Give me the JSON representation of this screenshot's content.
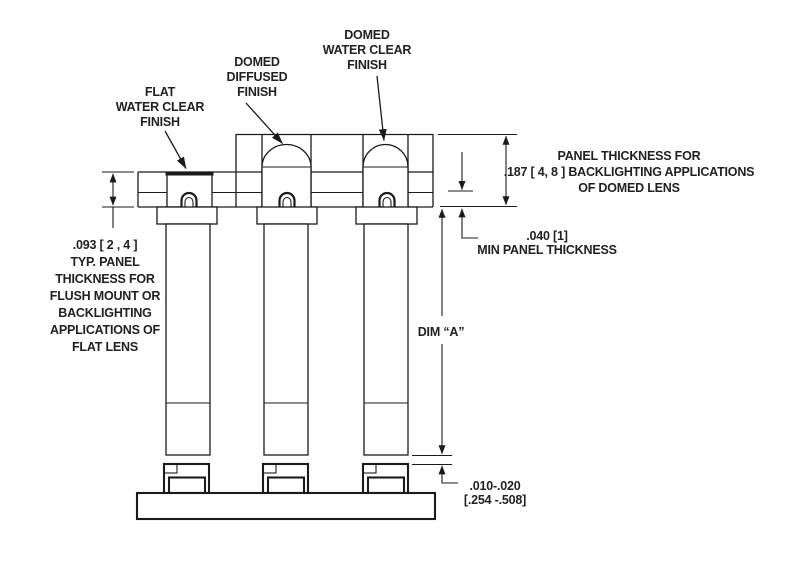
{
  "top_labels": {
    "flat": [
      "FLAT",
      "WATER CLEAR",
      "FINISH"
    ],
    "domed_diffused": [
      "DOMED",
      "DIFFUSED",
      "FINISH"
    ],
    "domed_water_clear": [
      "DOMED",
      "WATER CLEAR",
      "FINISH"
    ]
  },
  "dimensions": {
    "flat_panel_thickness": {
      "value": ".093 [ 2 , 4 ]",
      "note": [
        "TYP. PANEL",
        "THICKNESS FOR",
        "FLUSH MOUNT OR",
        "BACKLIGHTING",
        "APPLICATIONS OF",
        "FLAT LENS"
      ]
    },
    "domed_panel_thickness": {
      "note_before": "PANEL THICKNESS FOR",
      "value_line": ".187 [ 4, 8 ] BACKLIGHTING APPLICATIONS",
      "note_after": "OF DOMED LENS"
    },
    "min_panel_thickness": {
      "value": ".040 [1]",
      "note": "MIN PANEL THICKNESS"
    },
    "dim_a": "DIM “A”",
    "standoff_gap": {
      "value": ".010-.020",
      "metric": "[.254 -.508]"
    }
  },
  "colors": {
    "line": "#1b1b1b",
    "text": "#231f20",
    "background": "#ffffff"
  }
}
